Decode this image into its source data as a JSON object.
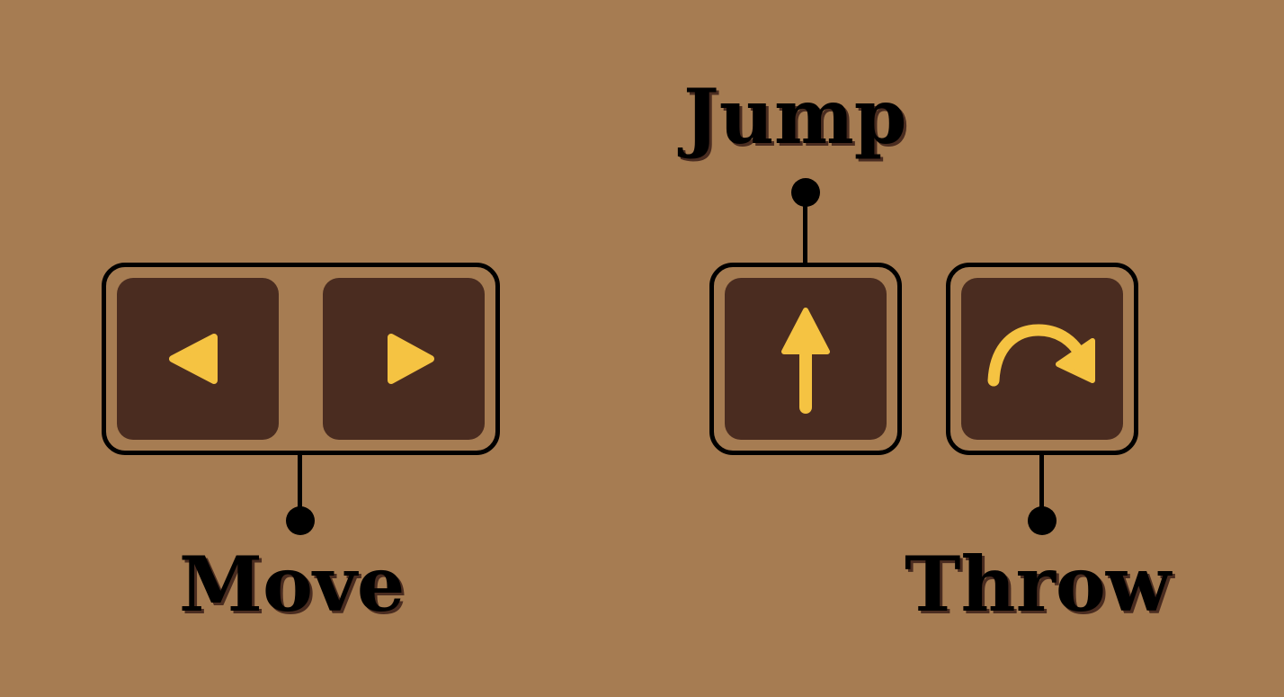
{
  "background_color": "#a67c52",
  "key_color": "#4a2c20",
  "icon_color": "#f5c342",
  "controls": {
    "move": {
      "label": "Move",
      "keys": [
        {
          "icon": "triangle-left-icon"
        },
        {
          "icon": "triangle-right-icon"
        }
      ]
    },
    "jump": {
      "label": "Jump",
      "keys": [
        {
          "icon": "arrow-up-icon"
        }
      ]
    },
    "throw": {
      "label": "Throw",
      "keys": [
        {
          "icon": "curved-arrow-right-icon"
        }
      ]
    }
  }
}
